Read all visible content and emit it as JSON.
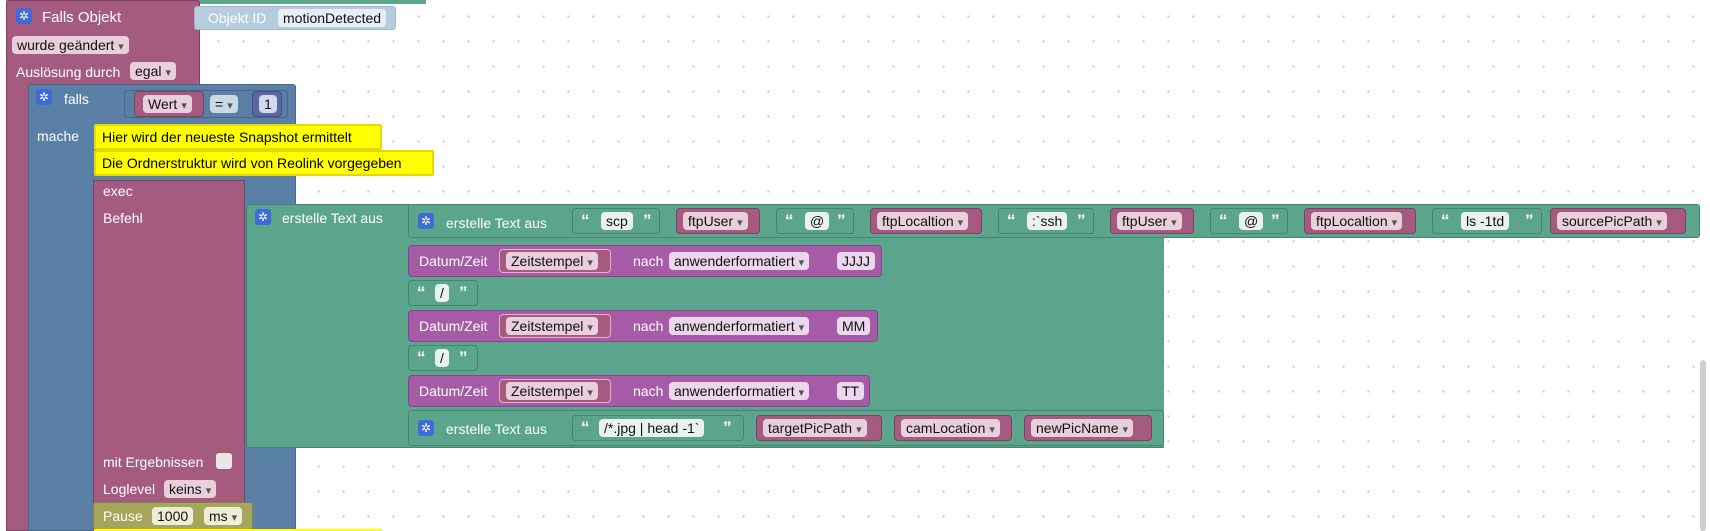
{
  "trigger": {
    "title": "Falls Objekt",
    "object_label": "Objekt ID",
    "object_value": "motionDetected",
    "condition": "wurde geändert",
    "trigger_label": "Auslösung durch",
    "trigger_value": "egal"
  },
  "if_block": {
    "label": "falls",
    "lhs": "Wert",
    "operator": "=",
    "rhs": "1",
    "do_label": "mache"
  },
  "comments": [
    "Hier wird der neueste Snapshot ermittelt",
    "Die Ordnerstruktur wird von Reolink vorgegeben"
  ],
  "exec": {
    "title": "exec",
    "command_label": "Befehl",
    "results_label": "mit Ergebnissen",
    "loglevel_label": "Loglevel",
    "loglevel_value": "keins"
  },
  "text_join": {
    "outer_label": "erstelle Text aus",
    "row1_label": "erstelle Text aus",
    "row1_items": {
      "t1": "scp",
      "v1": "ftpUser",
      "t2": "@",
      "v2": "ftpLocaltion",
      "t3": ":`ssh",
      "v3": "ftpUser",
      "t4": "@",
      "v4": "ftpLocaltion",
      "t5": "ls -1td",
      "v5": "sourcePicPath"
    },
    "separator": "/",
    "last_label": "erstelle Text aus",
    "last_items": {
      "t1": "/*.jpg | head -1`",
      "v1": "targetPicPath",
      "v2": "camLocation",
      "v3": "newPicName"
    }
  },
  "datetime_rows": [
    {
      "label": "Datum/Zeit",
      "source": "Zeitstempel",
      "after": "nach",
      "format": "anwenderformatiert",
      "pattern": "JJJJ"
    },
    {
      "label": "Datum/Zeit",
      "source": "Zeitstempel",
      "after": "nach",
      "format": "anwenderformatiert",
      "pattern": "MM"
    },
    {
      "label": "Datum/Zeit",
      "source": "Zeitstempel",
      "after": "nach",
      "format": "anwenderformatiert",
      "pattern": "TT"
    }
  ],
  "pause": {
    "label": "Pause",
    "value": "1000",
    "unit": "ms"
  },
  "colors": {
    "trigger_block": "#a55b80",
    "logic_block": "#5b80a5",
    "text_block": "#5ba58c",
    "datetime_block": "#a55ba5",
    "pause_block": "#a5a55b",
    "comment": "#ffff00"
  }
}
